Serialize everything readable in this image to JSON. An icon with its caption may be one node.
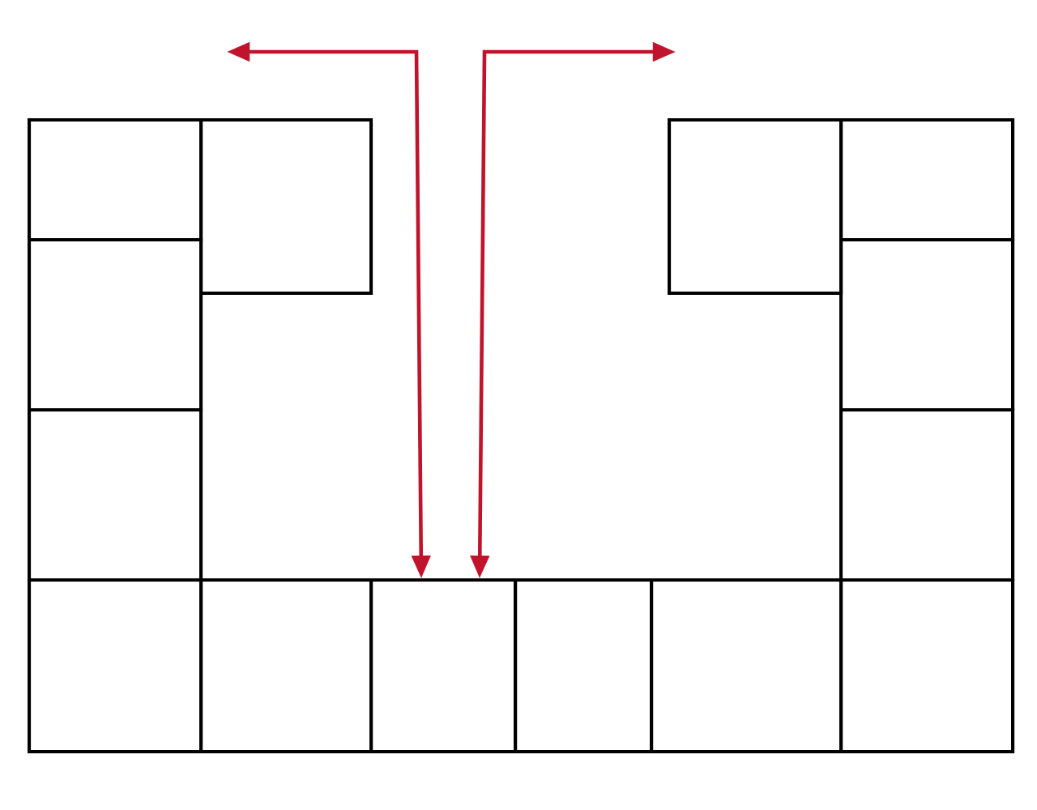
{
  "diagram": {
    "nodes": [
      {
        "text": [],
        "shape": "box"
      },
      {
        "text": [],
        "shape": "box"
      },
      {
        "text": [],
        "shape": "box"
      },
      {
        "text": [],
        "shape": "box"
      },
      {
        "text": [],
        "shape": "box"
      },
      {
        "text": [],
        "shape": "box"
      },
      {
        "text": [],
        "shape": "box"
      },
      {
        "text": [],
        "shape": "box"
      },
      {
        "text": [],
        "shape": "box"
      },
      {
        "text": [],
        "shape": "box"
      },
      {
        "text": [],
        "shape": "box"
      },
      {
        "text": [],
        "shape": "box"
      },
      {
        "text": [],
        "shape": "box"
      },
      {
        "text": [],
        "shape": "box"
      }
    ],
    "edges": [
      {
        "from": null,
        "to": 10,
        "arrow": "both",
        "color": "#c0142c"
      },
      {
        "from": null,
        "to": 10,
        "arrow": "both",
        "color": "#c0142c"
      }
    ]
  }
}
